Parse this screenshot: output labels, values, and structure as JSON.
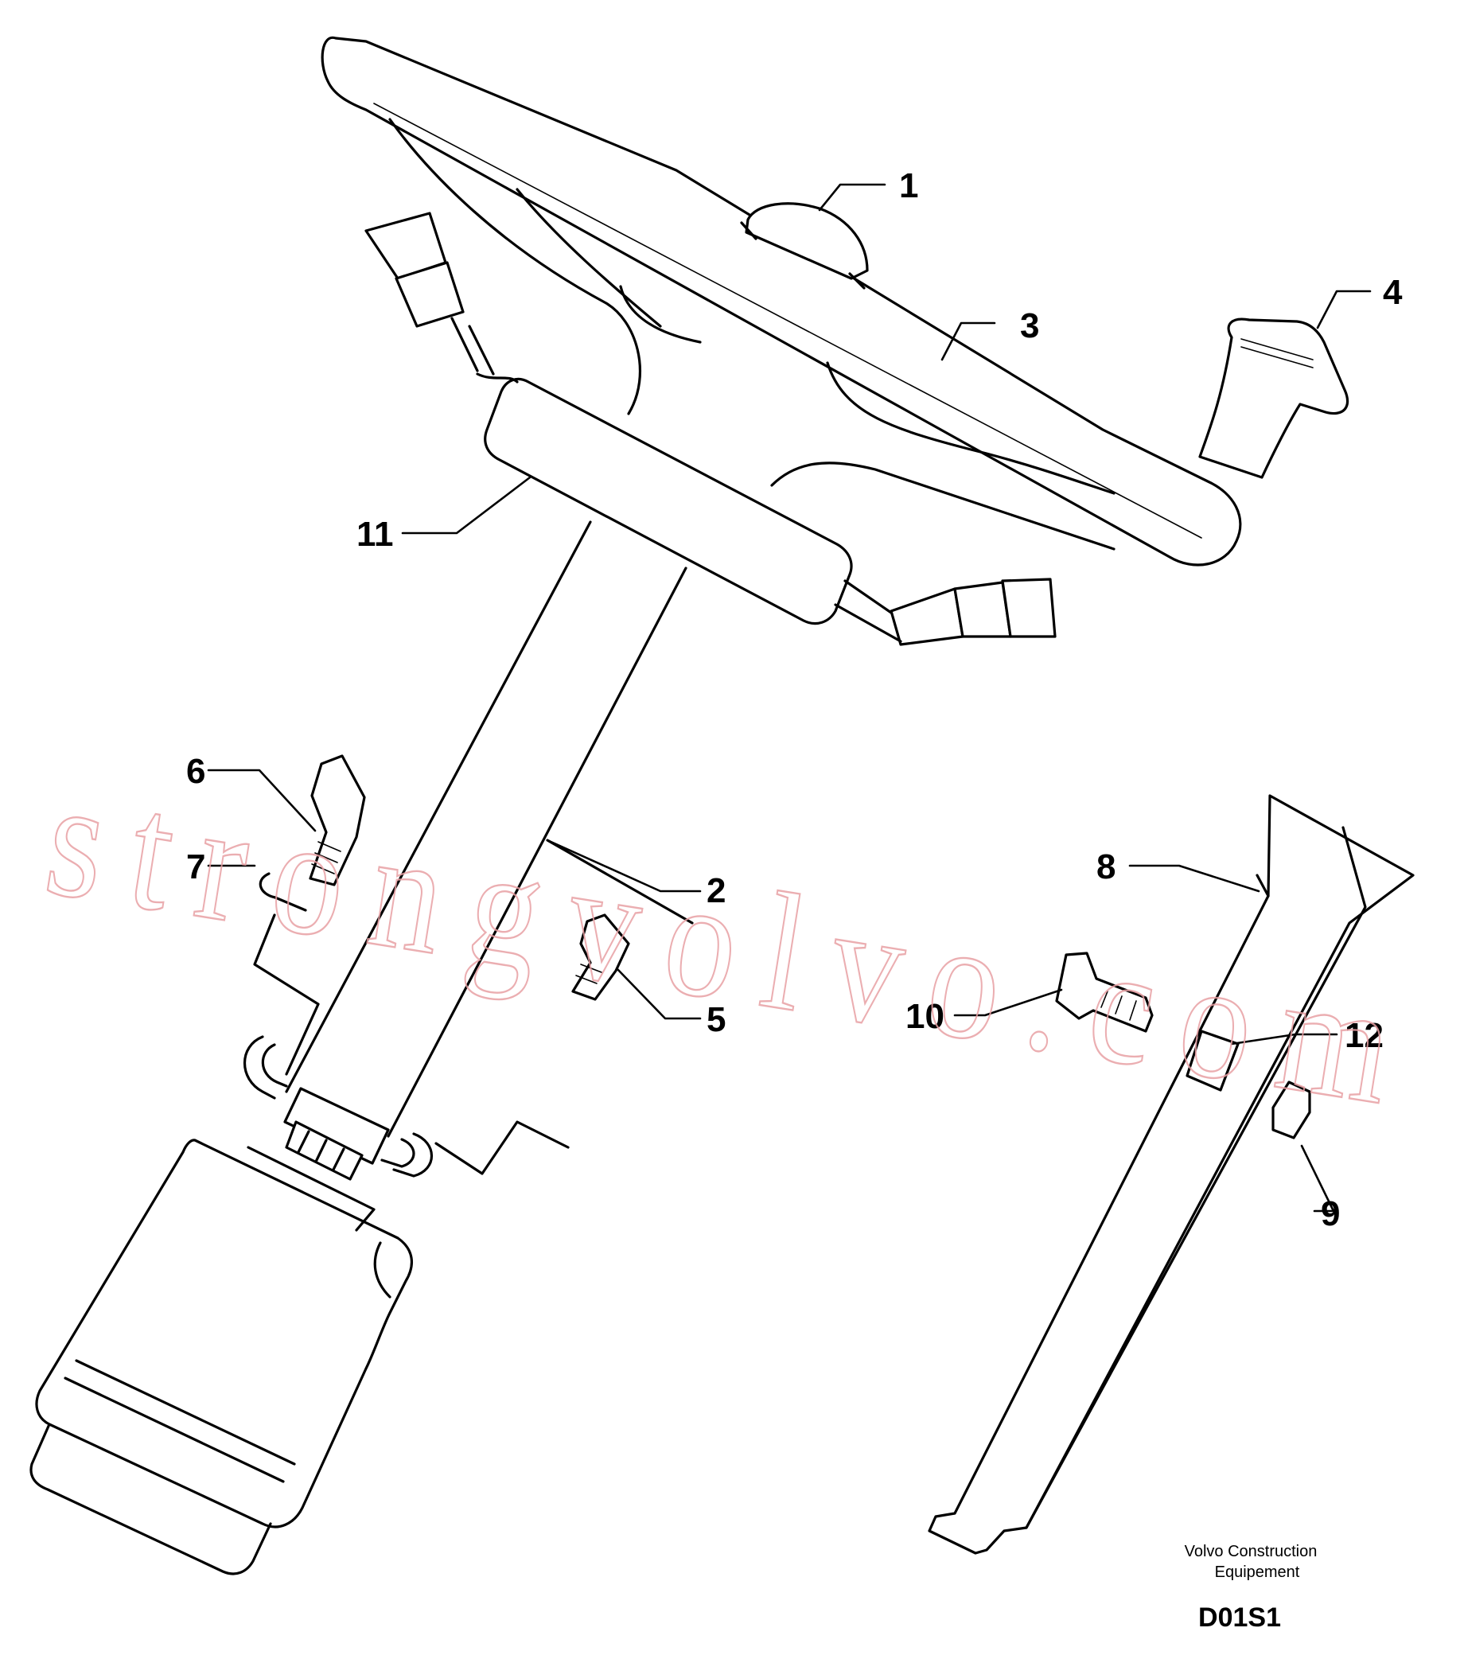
{
  "callouts": [
    {
      "id": "1",
      "label": "1"
    },
    {
      "id": "2",
      "label": "2"
    },
    {
      "id": "3",
      "label": "3"
    },
    {
      "id": "4",
      "label": "4"
    },
    {
      "id": "5",
      "label": "5"
    },
    {
      "id": "6",
      "label": "6"
    },
    {
      "id": "7",
      "label": "7"
    },
    {
      "id": "8",
      "label": "8"
    },
    {
      "id": "9",
      "label": "9"
    },
    {
      "id": "10",
      "label": "10"
    },
    {
      "id": "11",
      "label": "11"
    },
    {
      "id": "12",
      "label": "12"
    }
  ],
  "credit": {
    "line1": "Volvo Construction",
    "line2": "Equipement"
  },
  "figure_code": "D01S1",
  "watermark": "strongvolvo.com",
  "colors": {
    "line": "#000000",
    "watermark": "#e8a0a4",
    "background": "#ffffff"
  }
}
